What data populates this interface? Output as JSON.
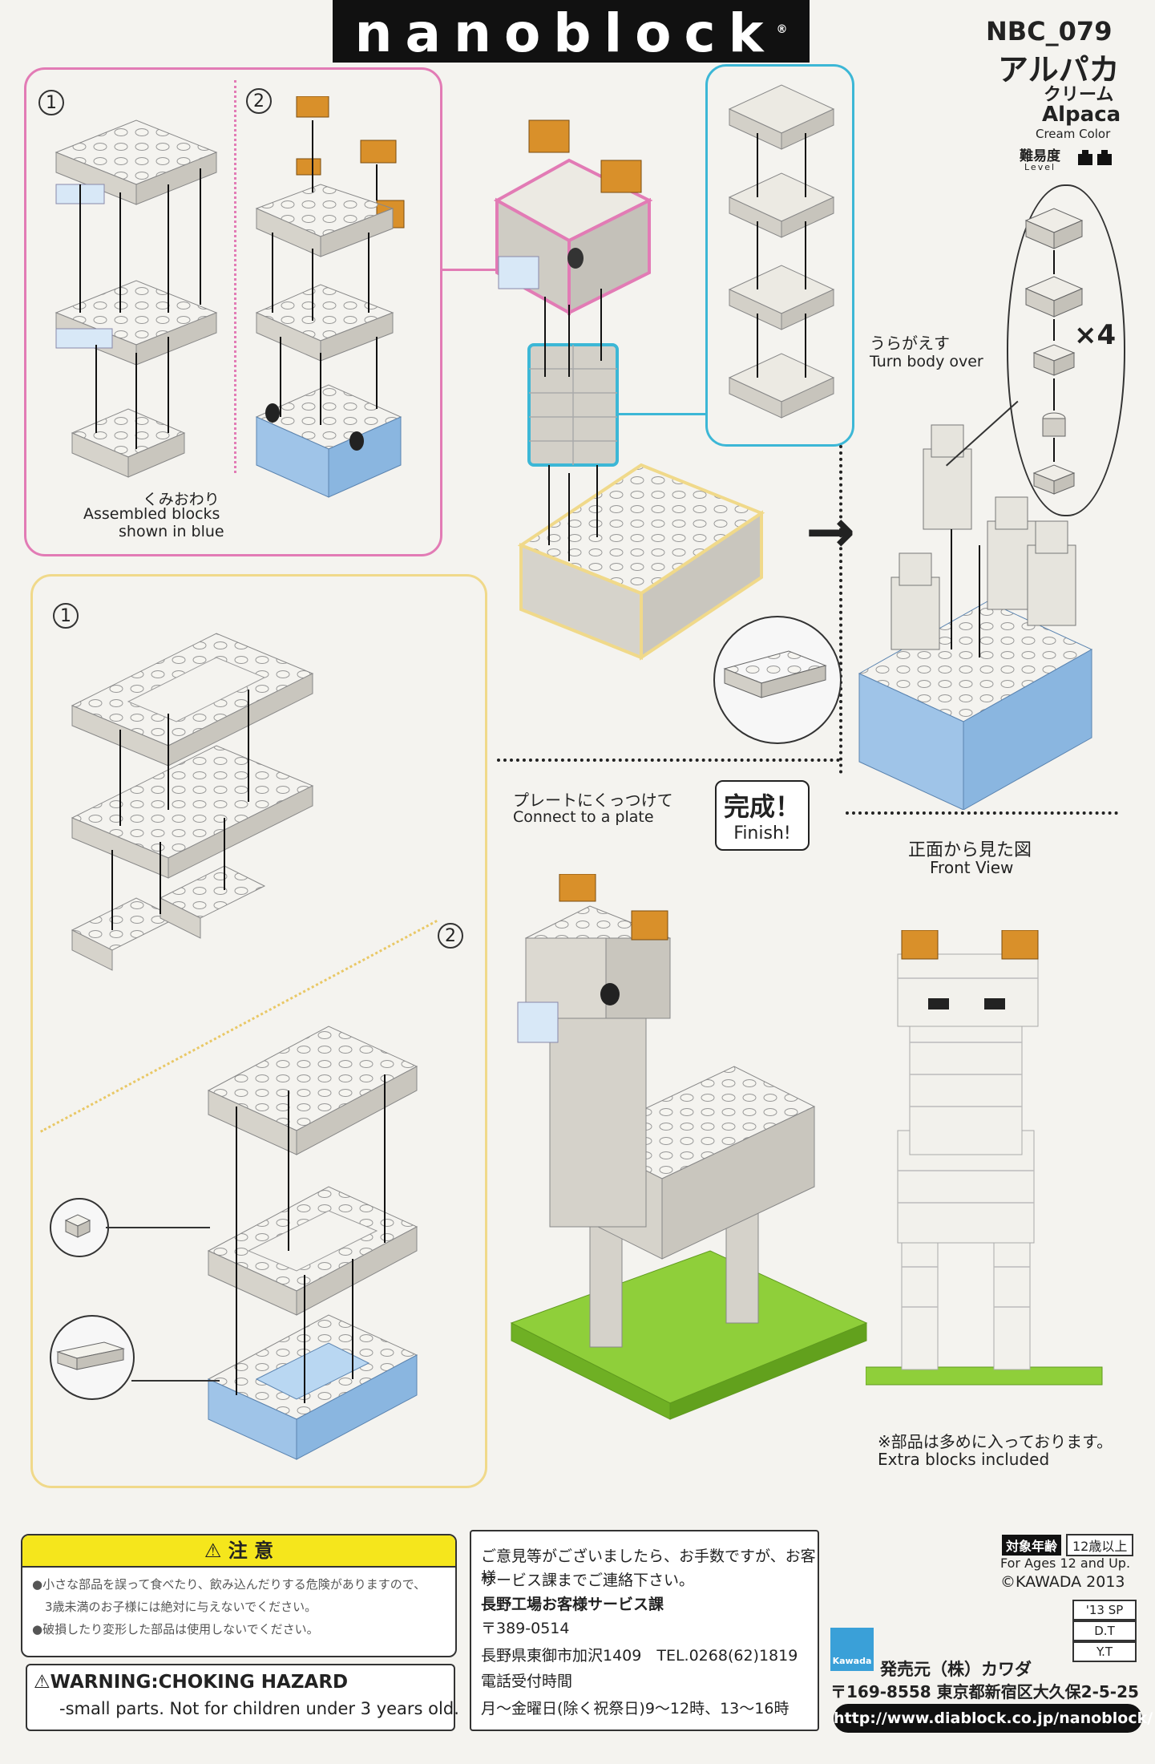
{
  "header": {
    "logo": "nanoblock",
    "reg_mark": "®"
  },
  "product": {
    "code": "NBC_079",
    "name_jp": "アルパカ",
    "color_jp": "クリーム",
    "name_en": "Alpaca",
    "color_en": "Cream Color",
    "difficulty_jp": "難易度",
    "difficulty_en": "Level"
  },
  "steps": {
    "pink_1": "1",
    "pink_2": "2",
    "yellow_1": "1",
    "yellow_2": "2"
  },
  "notes": {
    "assembled_jp": "くみおわり",
    "assembled_en1": "Assembled blocks",
    "assembled_en2": "shown in blue",
    "turn_jp": "うらがえす",
    "turn_en": "Turn body over",
    "times": "×4",
    "connect_jp": "プレートにくっつけて",
    "connect_en": "Connect to a plate",
    "finish_jp": "完成！",
    "finish_en": "Finish!",
    "front_jp": "正面から見た図",
    "front_en": "Front View",
    "extra_jp": "※部品は多めに入っております。",
    "extra_en": "Extra blocks included"
  },
  "caution": {
    "title": "注 意",
    "line1": "●小さな部品を誤って食べたり、飲み込んだりする危険がありますので、",
    "line2": "3歳未満のお子様には絶対に与えないでください。",
    "line3": "●破損したり変形した部品は使用しないでください。"
  },
  "warning": {
    "title": "WARNING:CHOKING HAZARD",
    "body": "-small parts.  Not for children under 3 years old."
  },
  "contact": {
    "l1": "ご意見等がございましたら、お手数ですが、お客様",
    "l2": "サービス課までご連絡下さい。",
    "l3": "長野工場お客様サービス課",
    "l4": "〒389-0514",
    "l5": "長野県東御市加沢1409　TEL.0268(62)1819",
    "l6": "電話受付時間",
    "l7": "月〜金曜日(除く祝祭日)9〜12時、13〜16時"
  },
  "age": {
    "label_jp": "対象年齢",
    "value_jp": "12歳以上",
    "en": "For Ages 12 and Up.",
    "copyright": "©KAWADA 2013"
  },
  "codes": [
    "'13 SP",
    "D.T",
    "Y.T"
  ],
  "publisher": {
    "brand": "Kawada",
    "label": "発売元（株）カワダ",
    "address": "〒169-8558 東京都新宿区大久保2-5-25",
    "url": "http://www.diablock.co.jp/nanoblock/"
  },
  "colors": {
    "pink": "#e27bb5",
    "cyan": "#3cb7d6",
    "yellow_frame": "#f0d98a",
    "brick_white": "#e8e6df",
    "brick_blue": "#9fc4e8",
    "brick_orange": "#d9902a",
    "plate_green": "#8fcf3a",
    "caution_yellow": "#f5e61c"
  }
}
